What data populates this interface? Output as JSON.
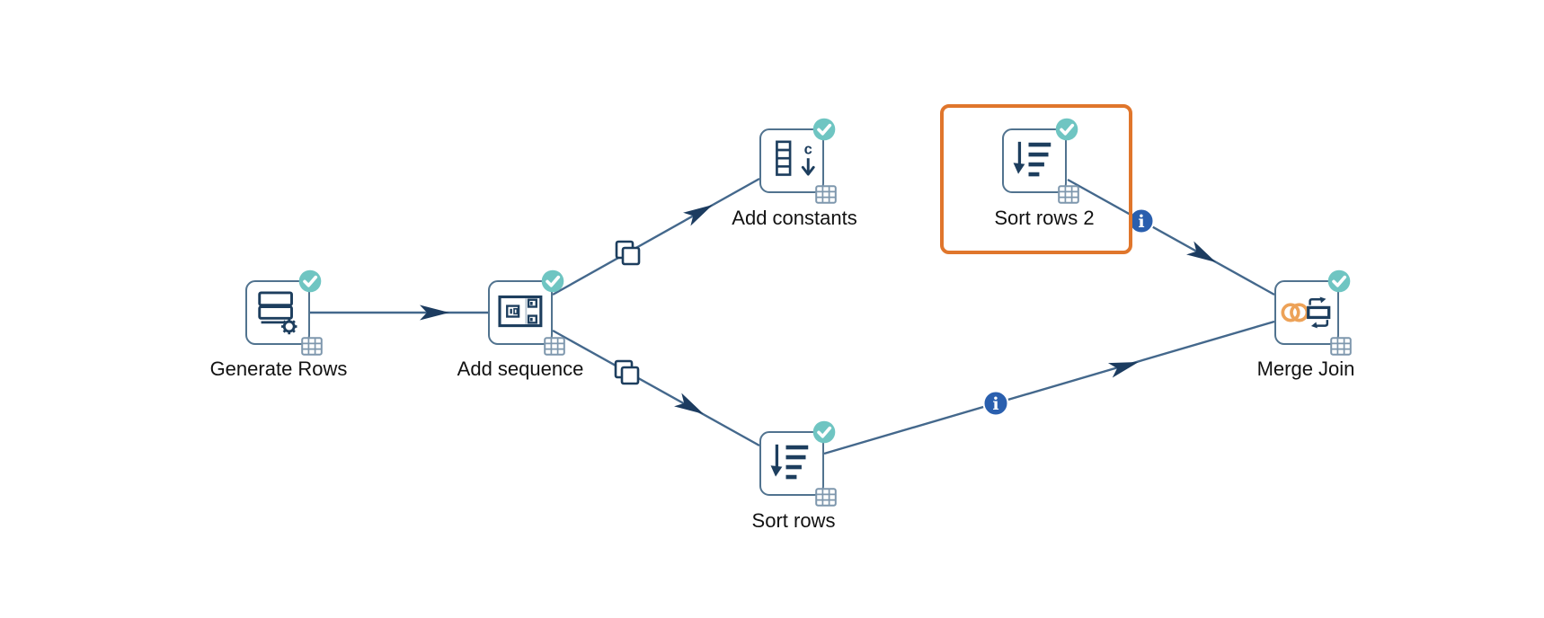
{
  "app": {
    "name": "pipeline-editor-canvas",
    "tool": "Apache Hop pipeline"
  },
  "colors": {
    "canvas": "#ffffff",
    "navy": "#1d3e5e",
    "border": "#51738f",
    "line": "#44688c",
    "arrow": "#1c3c60",
    "teal": "#6fc5c2",
    "info": "#2a5fae",
    "orange": "#e0762c",
    "grid": "#7e97ad",
    "amber": "#eda258",
    "label": "#121212"
  },
  "nodes": [
    {
      "label": "Generate Rows",
      "icon": "table-rows-gear-icon",
      "status": "success"
    },
    {
      "label": "Add sequence",
      "icon": "sequence-id-icon",
      "status": "success"
    },
    {
      "label": "Add constants",
      "icon": "column-constant-icon",
      "status": "success"
    },
    {
      "label": "Sort rows 2",
      "icon": "sort-descending-icon",
      "status": "success",
      "selected": true
    },
    {
      "label": "Sort rows",
      "icon": "sort-descending-icon",
      "status": "success"
    },
    {
      "label": "Merge Join",
      "icon": "merge-join-rings-icon",
      "status": "success"
    }
  ],
  "connections": [
    {
      "from": "Generate Rows",
      "to": "Add sequence"
    },
    {
      "from": "Add sequence",
      "to": "Add constants",
      "badge": "copy-rows"
    },
    {
      "from": "Add sequence",
      "to": "Sort rows",
      "badge": "copy-rows"
    },
    {
      "from": "Sort rows 2",
      "to": "Merge Join",
      "badge": "info"
    },
    {
      "from": "Sort rows",
      "to": "Merge Join",
      "badge": "info"
    }
  ],
  "selection": {
    "selected_node": "Sort rows 2"
  },
  "info_badge_glyph": "i"
}
